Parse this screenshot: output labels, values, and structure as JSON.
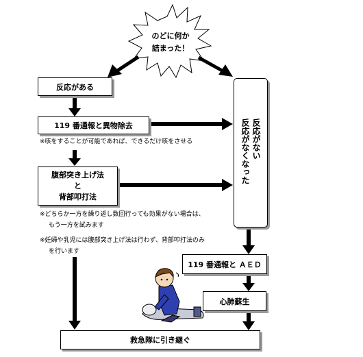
{
  "start": {
    "line1": "のどに何か",
    "line2": "詰まった！"
  },
  "boxes": {
    "responsive": "反応がある",
    "call_remove": "119 番通報と異物除去",
    "thrust_line1": "腹部突き上げ法",
    "thrust_line2": "と",
    "thrust_line3": "背部叩打法",
    "unresponsive_col1": "反応がない",
    "unresponsive_col2": "反応がなくなった",
    "call_aed": "119 番通報と ＡＥＤ",
    "cpr": "心肺蘇生",
    "handover": "救急隊に引き継ぐ"
  },
  "notes": {
    "cough": "※咳をすることが可能であれば、できるだけ咳をさせる",
    "other_line1": "※どちらか一方を繰り返し数回行っても効果がない場合は、",
    "other_line2": "もう一方を試みます",
    "pregnant_line1": "※妊婦や乳児には腹部突き上げ法は行わず、背部叩打法のみ",
    "pregnant_line2": "を行います"
  }
}
